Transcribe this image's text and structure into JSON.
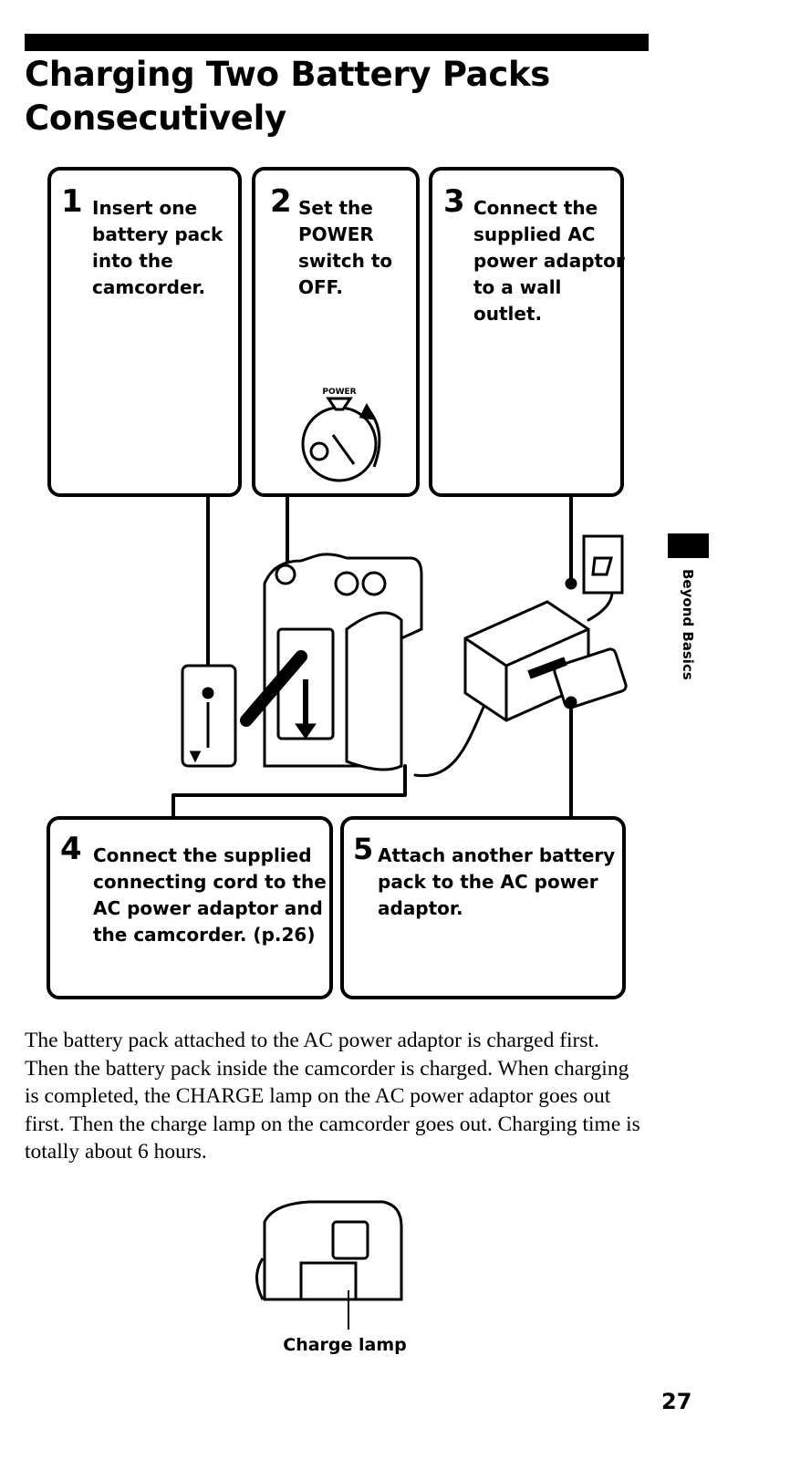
{
  "title": "Charging Two Battery Packs Consecutively",
  "steps": [
    {
      "number": "1",
      "text": "Insert one battery pack into the camcorder."
    },
    {
      "number": "2",
      "text": "Set the POWER switch to OFF."
    },
    {
      "number": "3",
      "text": "Connect the supplied AC power adaptor to a wall outlet."
    },
    {
      "number": "4",
      "text": "Connect the supplied connecting cord to the AC power adaptor and the camcorder. (p.26)"
    },
    {
      "number": "5",
      "text": "Attach another battery pack to the AC power adaptor."
    }
  ],
  "dial_label": "POWER",
  "body_text": "The battery pack attached to the AC power adaptor is charged first. Then the battery pack inside the camcorder is charged. When charging is completed, the CHARGE lamp on the AC power adaptor goes out first. Then the charge lamp on the camcorder goes out. Charging time is totally about 6 hours.",
  "lamp_label": "Charge lamp",
  "side_label": "Beyond Basics",
  "page_number": "27"
}
